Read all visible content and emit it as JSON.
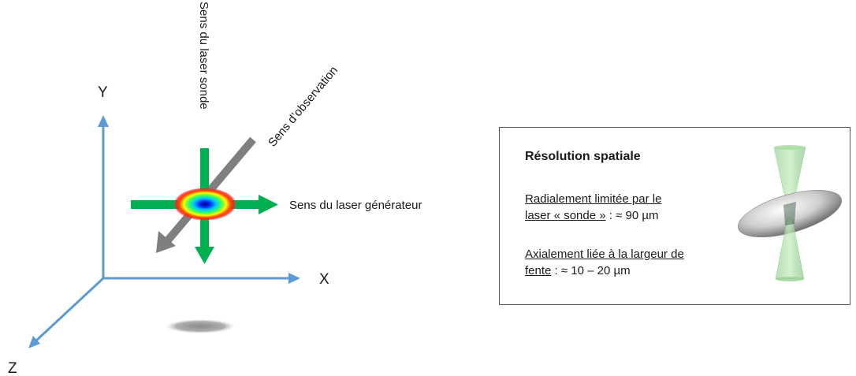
{
  "axes": {
    "x": "X",
    "y": "Y",
    "z": "Z"
  },
  "labels": {
    "probe_laser": "Sens du laser  sonde",
    "observation": "Sens d’observation",
    "generator_laser": "Sens du laser générateur"
  },
  "resolution": {
    "title": "Résolution  spatiale",
    "radial_1": "Radialement limitée  par le",
    "radial_2_u": "laser « sonde »",
    "radial_2_rest": " : ≈ 90 µm",
    "axial_1": "Axialement liée à la largeur de",
    "axial_2_u": "fente",
    "axial_2_rest": " : ≈ 10 – 20 µm"
  },
  "colors": {
    "axis": "#5b9bd5",
    "arrow_green": "#00b050",
    "arrow_grey": "#7f7f7f"
  }
}
